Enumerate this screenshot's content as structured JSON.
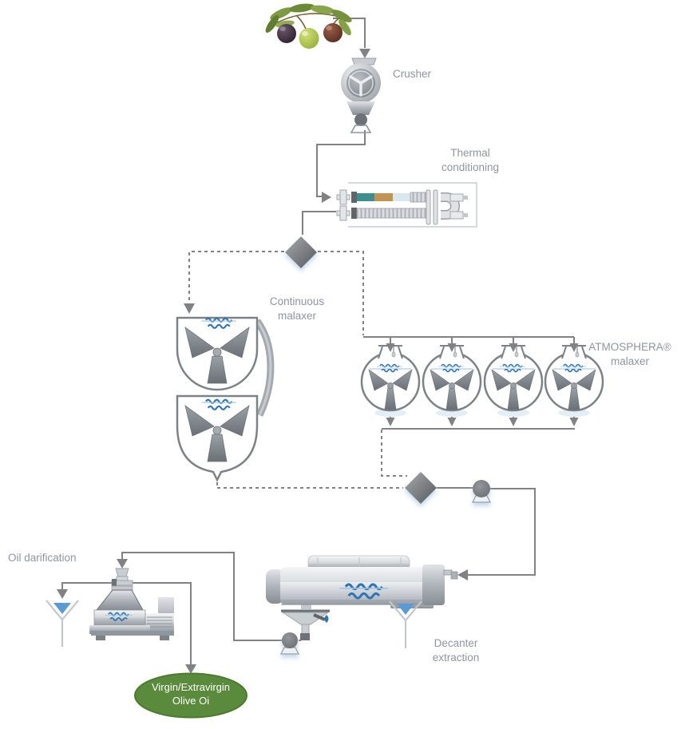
{
  "diagram": {
    "title_hint": "Olive oil extraction process flow",
    "labels": {
      "crusher": "Crusher",
      "thermal_line1": "Thermal",
      "thermal_line2": "conditioning",
      "continuous_line1": "Continuous",
      "continuous_line2": "malaxer",
      "atmosphera_line1": "ATMOSPHERA®",
      "atmosphera_line2": "malaxer",
      "decanter_line1": "Decanter",
      "decanter_line2": "extraction",
      "clarification": "Oil darification",
      "product_line1": "Virgin/Extravirgin",
      "product_line2": "Olive Oi"
    },
    "colors": {
      "flow_line": "#808285",
      "label_text": "#8f95a0",
      "product_fill": "#5a8a3c",
      "product_border": "#4c7a2f",
      "product_text": "#ffffff",
      "logo_blue": "#2e75b6",
      "drop_blue": "#5b9bd5",
      "heat_teal": "#3f8e8e",
      "heat_tan": "#c09552",
      "heat_pale_blue": "#d9e8ef"
    }
  }
}
